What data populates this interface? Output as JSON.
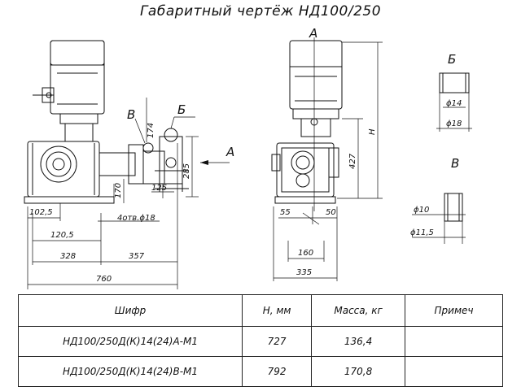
{
  "title": "Габаритный чертёж НД100/250",
  "views": {
    "A": "А",
    "B": "Б",
    "V": "В"
  },
  "dims": {
    "d102_5": "102,5",
    "d120_5": "120,5",
    "d328": "328",
    "d357": "357",
    "d760": "760",
    "d170": "170",
    "d174": "174",
    "d285": "285",
    "d125": "125",
    "holes": "4отв.ϕ18",
    "d427": "427",
    "dH": "Н",
    "d55": "55",
    "d50": "50",
    "d160": "160",
    "d335": "335",
    "phi14": "ϕ14",
    "phi18": "ϕ18",
    "phi10": "ϕ10",
    "phi11_5": "ϕ11,5"
  },
  "table": {
    "headers": [
      "Шифр",
      "Н, мм",
      "Масса, кг",
      "Примеч"
    ],
    "rows": [
      [
        "НД100/250Д(К)14(24)А-М1",
        "727",
        "136,4",
        ""
      ],
      [
        "НД100/250Д(К)14(24)В-М1",
        "792",
        "170,8",
        ""
      ]
    ]
  }
}
